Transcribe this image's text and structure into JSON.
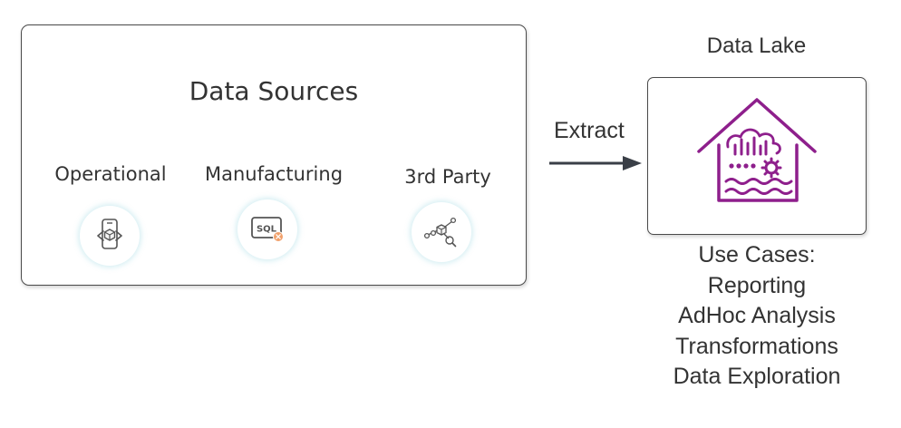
{
  "sources": {
    "title": "Data Sources",
    "items": [
      {
        "label": "Operational",
        "icon": "mobile-app-box-icon"
      },
      {
        "label": "Manufacturing",
        "icon": "sql-database-icon"
      },
      {
        "label": "3rd Party",
        "icon": "network-search-icon"
      }
    ]
  },
  "connector": {
    "label": "Extract"
  },
  "lake": {
    "title": "Data Lake",
    "icon": "data-lake-house-icon",
    "accent_color": "#8e1f8c",
    "use_cases_heading": "Use Cases:",
    "use_cases": [
      "Reporting",
      "AdHoc Analysis",
      "Transformations",
      "Data Exploration"
    ]
  }
}
